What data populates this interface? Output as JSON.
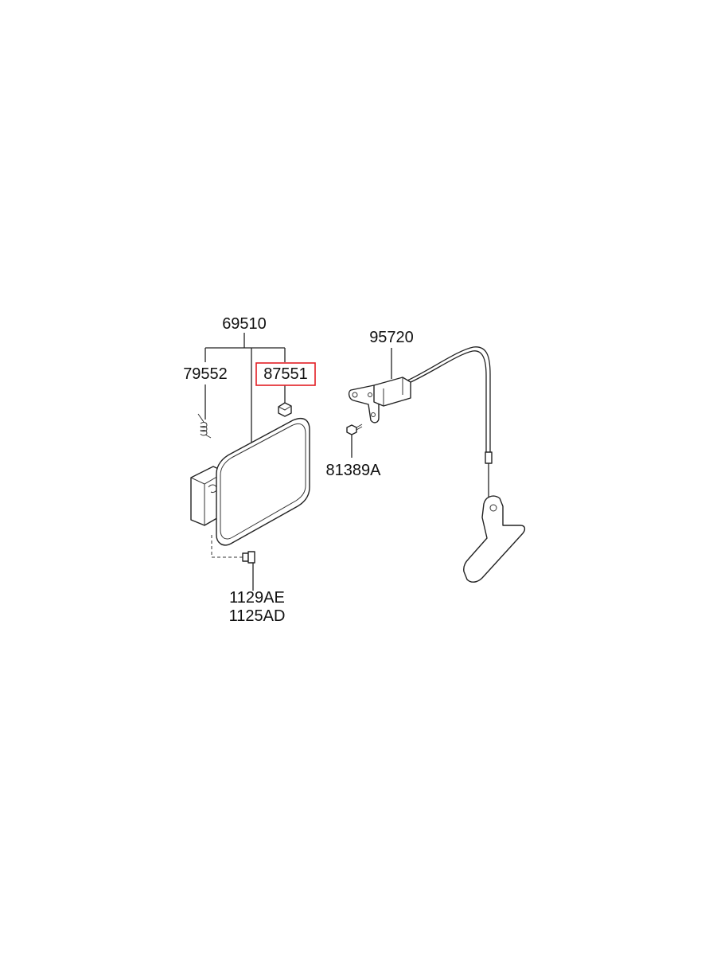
{
  "labels": {
    "assembly": "69510",
    "spring": "79552",
    "bumper": "87551",
    "cable": "95720",
    "screw": "81389A",
    "bolt_a": "1129AE",
    "bolt_b": "1125AD"
  },
  "highlight": {
    "part": "87551",
    "color": "#e31e24"
  }
}
